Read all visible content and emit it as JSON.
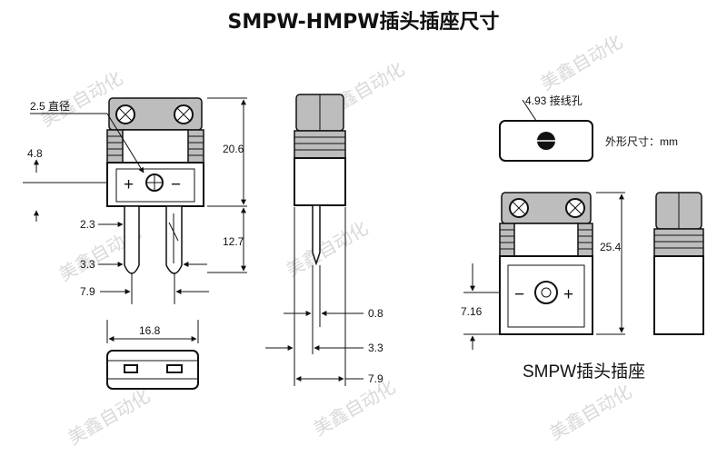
{
  "title": "SMPW-HMPW插头插座尺寸",
  "watermark": "美鑫自动化",
  "plug": {
    "diameter_label": "2.5 直径",
    "dim_height": "20.6",
    "dim_top": "4.8",
    "dim_pin_gap": "2.3",
    "dim_pin_length": "12.7",
    "dim_pin_width": "3.3",
    "dim_pin_pitch": "7.9",
    "dim_width": "16.8",
    "plus": "+",
    "minus": "−"
  },
  "side": {
    "dim_a": "0.8",
    "dim_b": "3.3",
    "dim_c": "7.9"
  },
  "socket": {
    "hole_label": "4.93 接线孔",
    "units_label": "外形尺寸：mm",
    "dim_height": "25.4",
    "dim_offset": "7.16",
    "caption": "SMPW插头插座",
    "plus": "+",
    "minus": "−"
  }
}
